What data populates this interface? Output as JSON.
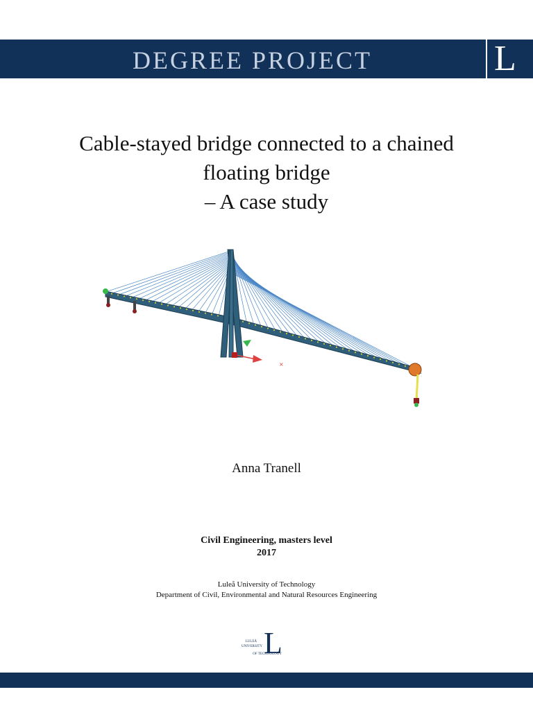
{
  "banner": {
    "title": "DEGREE PROJECT",
    "logo_letter": "L"
  },
  "title_lines": [
    "Cable-stayed bridge connected to a chained",
    "floating bridge",
    "– A case study"
  ],
  "author": "Anna Tranell",
  "program": "Civil Engineering, masters level",
  "year": "2017",
  "university": "Luleå University of Technology",
  "department": "Department of Civil, Environmental and Natural Resources Engineering",
  "footer_logo": {
    "letter": "L",
    "line1": "LULEÅ",
    "line2": "UNIVERSITY",
    "line3": "OF TECHNOLOGY"
  },
  "colors": {
    "brand_navy": "#123158",
    "banner_text": "#c6d1e1",
    "deck": "#2f5f7a",
    "cable": "#4a86c5"
  }
}
